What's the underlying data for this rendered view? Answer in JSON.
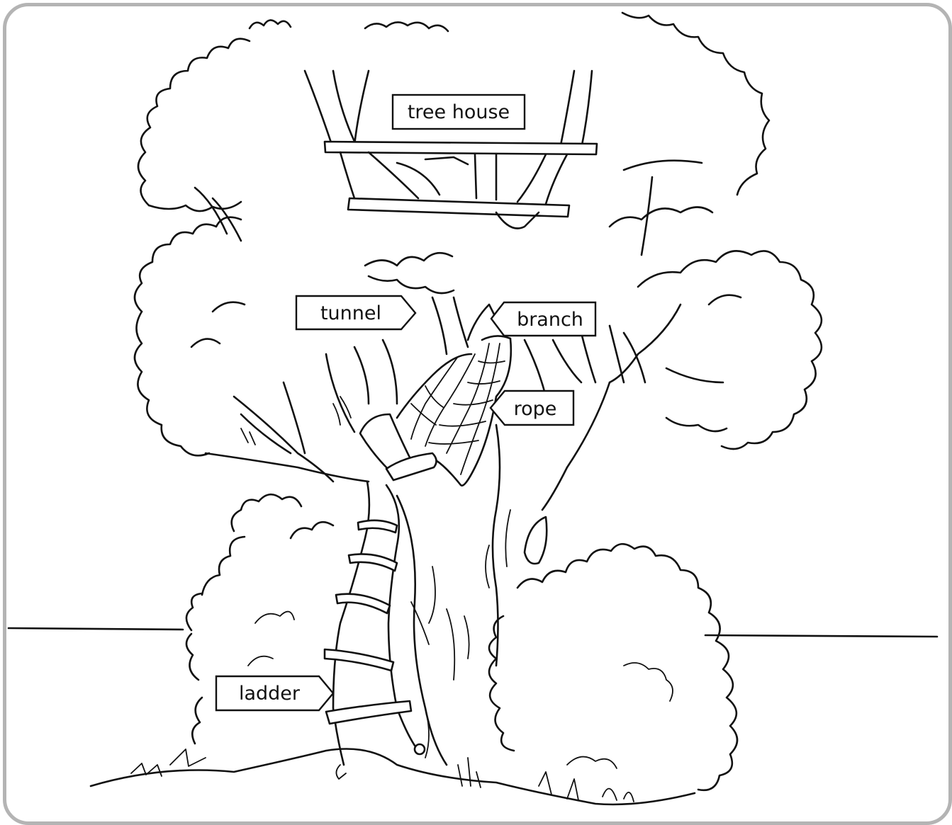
{
  "labels": {
    "tree_house": "tree house",
    "tunnel": "tunnel",
    "branch": "branch",
    "rope": "rope",
    "ladder": "ladder"
  },
  "colors": {
    "frame_border": "#b4b4b4",
    "line": "#111111",
    "background": "#ffffff"
  }
}
